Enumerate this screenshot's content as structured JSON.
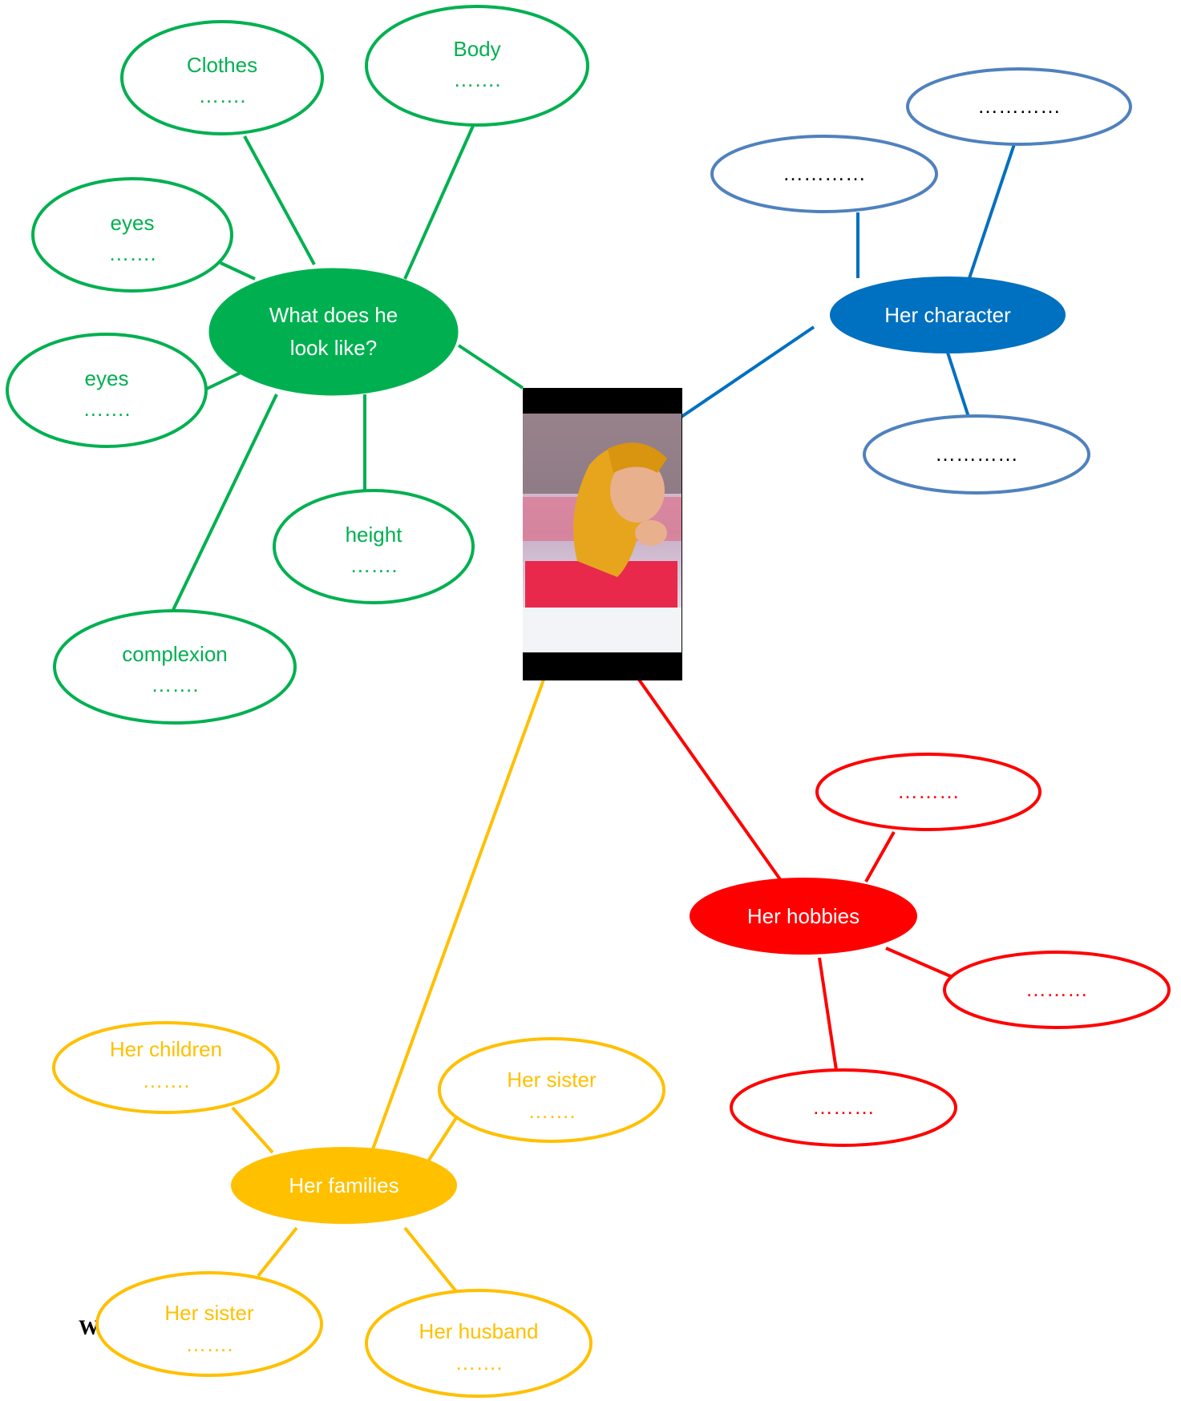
{
  "colors": {
    "green": "#00b050",
    "blue": "#0070c0",
    "light_blue": "#4f81bd",
    "red": "#ff0000",
    "gold": "#ffc000",
    "white": "#ffffff",
    "black": "#000000"
  },
  "center_photo": {
    "description_icon": "woman-in-hijab-photo"
  },
  "appearance": {
    "hub": {
      "line1": "What does he",
      "line2": "look like?"
    },
    "clothes": {
      "title": "Clothes",
      "blank": "……."
    },
    "body": {
      "title": "Body",
      "blank": "……."
    },
    "eyes_1": {
      "title": "eyes",
      "blank": "……."
    },
    "eyes_2": {
      "title": "eyes",
      "blank": "……."
    },
    "height": {
      "title": "height",
      "blank": "……."
    },
    "complexion": {
      "title": "complexion",
      "blank": "……."
    }
  },
  "character": {
    "hub": "Her character",
    "top_left": "…………",
    "top_right": "…………",
    "bottom": "…………"
  },
  "hobbies": {
    "hub": "Her hobbies",
    "top": "………",
    "right": "………",
    "bottom": "………"
  },
  "families": {
    "hub": "Her families",
    "children": {
      "title": "Her children",
      "blank": "……."
    },
    "sister_right": {
      "title": "Her sister",
      "blank": "……."
    },
    "sister_bottom": {
      "title": "Her sister",
      "blank": "……."
    },
    "husband": {
      "title": "Her husband",
      "blank": "……."
    }
  },
  "stray_text": "W"
}
